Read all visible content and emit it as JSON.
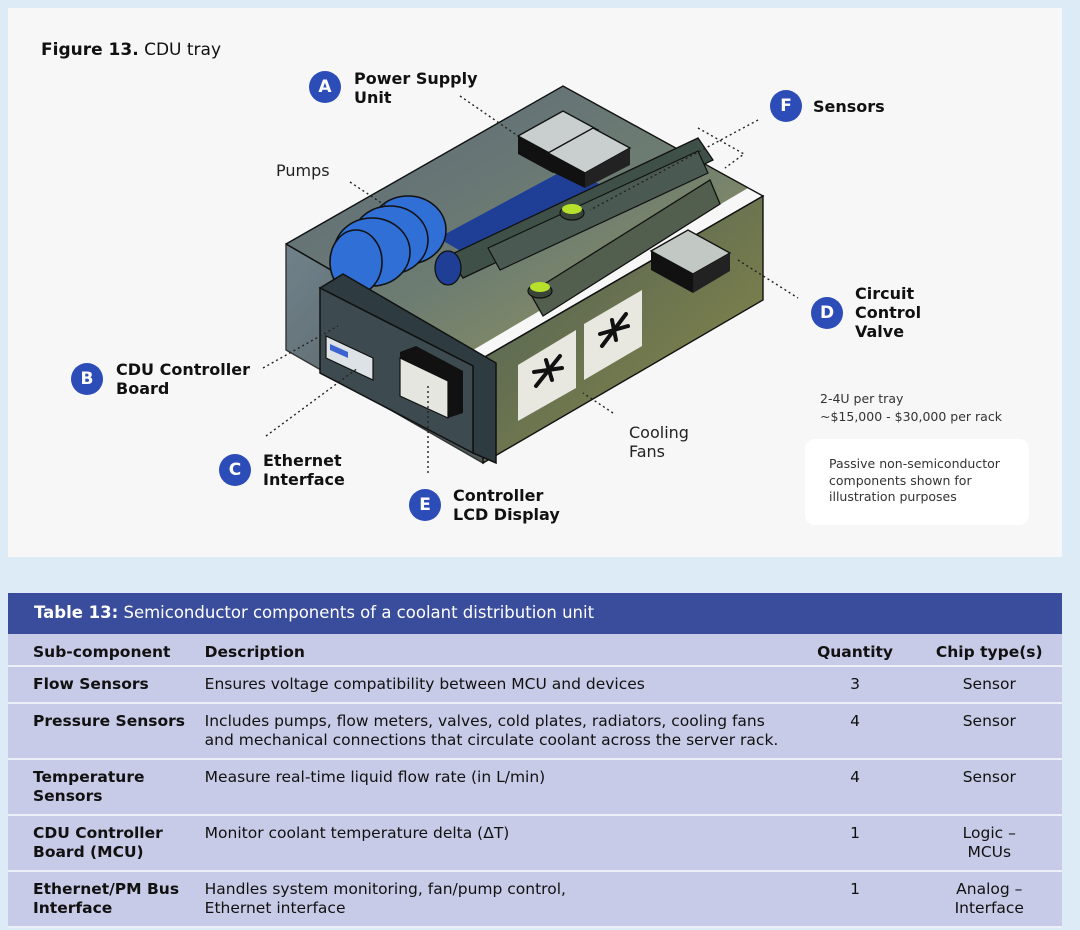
{
  "figure": {
    "number_label": "Figure 13.",
    "title": "CDU tray",
    "callouts": [
      {
        "letter": "A",
        "label": "Power Supply\nUnit"
      },
      {
        "letter": "B",
        "label": "CDU Controller\nBoard"
      },
      {
        "letter": "C",
        "label": "Ethernet\nInterface"
      },
      {
        "letter": "D",
        "label": "Circuit\nControl\nValve"
      },
      {
        "letter": "E",
        "label": "Controller\nLCD Display"
      },
      {
        "letter": "F",
        "label": "Sensors"
      }
    ],
    "pumps_label": "Pumps",
    "cooling_fans_label": "Cooling\nFans",
    "spec_line_1": "2-4U per tray",
    "spec_line_2": "~$15,000 - $30,000 per rack",
    "passive_note": "Passive non-semiconductor components shown for illustration purposes"
  },
  "table": {
    "number_label": "Table 13:",
    "title": "Semiconductor components of a coolant distribution unit",
    "headers": [
      "Sub-component",
      "Description",
      "Quantity",
      "Chip type(s)"
    ],
    "rows": [
      {
        "sub": "Flow Sensors",
        "desc": "Ensures voltage compatibility between MCU and devices",
        "qty": "3",
        "chip": "Sensor"
      },
      {
        "sub": "Pressure Sensors",
        "desc": "Includes pumps, flow meters, valves, cold plates, radiators, cooling fans\nand mechanical connections that circulate coolant across the server rack.",
        "qty": "4",
        "chip": "Sensor"
      },
      {
        "sub": "Temperature\nSensors",
        "desc": "Measure real-time liquid flow rate (in L/min)",
        "qty": "4",
        "chip": "Sensor"
      },
      {
        "sub": "CDU Controller\nBoard (MCU)",
        "desc": "Monitor coolant temperature delta (ΔT)",
        "qty": "1",
        "chip": "Logic –\nMCUs"
      },
      {
        "sub": "Ethernet/PM Bus\nInterface",
        "desc": "Handles system monitoring, fan/pump control,\nEthernet interface",
        "qty": "1",
        "chip": "Analog –\nInterface"
      }
    ]
  },
  "colors": {
    "callout_badge": "#2c4db8",
    "table_caption_bg": "#3a4c9c",
    "table_row_bg": "#c8cbe7",
    "page_bg": "#dcebf6",
    "pump_blue": "#2f6fd6",
    "sensor_green": "#b7e02c"
  }
}
